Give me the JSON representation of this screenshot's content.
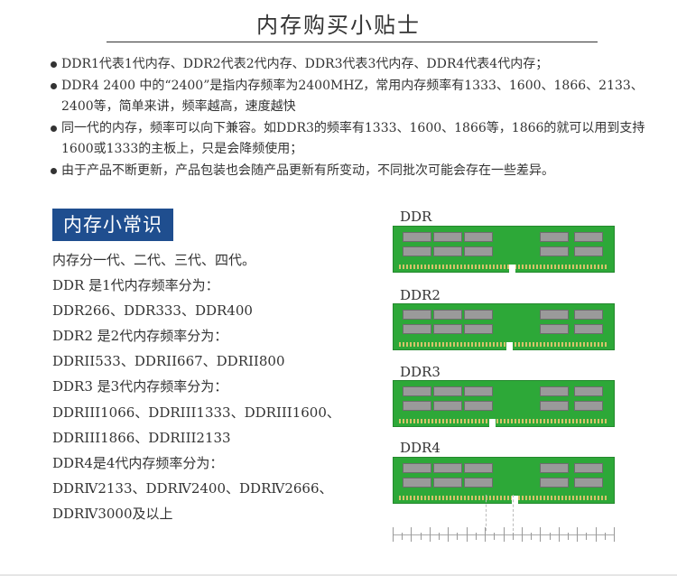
{
  "header": {
    "title": "内存购买小贴士"
  },
  "tips": [
    "DDR1代表1代内存、DDR2代表2代内存、DDR3代表3代内存、DDR4代表4代内存；",
    "DDR4 2400 中的“2400”是指内存频率为2400MHZ，常用内存频率有1333、1600、1866、2133、2400等，简单来讲，频率越高，速度越快",
    "同一代的内存，频率可以向下兼容。如DDR3的频率有1333、1600、1866等，1866的就可以用到支持1600或1333的主板上，只是会降频使用；",
    "由于产品不断更新，产品包装也会随产品更新有所变动，不同批次可能会存在一些差异。"
  ],
  "knowledge": {
    "heading": "内存小常识",
    "lines": [
      "内存分一代、二代、三代、四代。",
      "DDR 是1代内存频率分为：",
      "DDR266、DDR333、DDR400",
      "DDR2 是2代内存频率分为：",
      "DDRII533、DDRII667、DDRII800",
      "DDR3 是3代内存频率分为：",
      "DDRIII1066、DDRIII1333、DDRIII1600、",
      "DDRIII1866、DDRIII2133",
      "DDR4是4代内存频率分为：",
      "DDRⅣ2133、DDRⅣ2400、DDRⅣ2666、",
      "DDRⅣ3000及以上"
    ]
  },
  "modules": [
    {
      "label": "DDR"
    },
    {
      "label": "DDR2"
    },
    {
      "label": "DDR3"
    },
    {
      "label": "DDR4"
    }
  ],
  "colors": {
    "badge": "#1f4e8f",
    "pcb": "#2da838",
    "chip": "#9a9a9a"
  }
}
